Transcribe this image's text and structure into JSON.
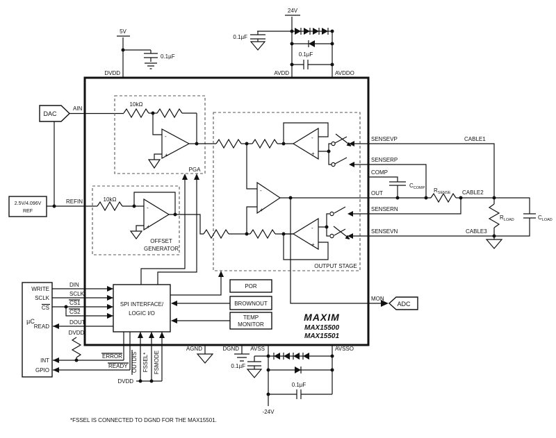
{
  "colors": {
    "ink": "#111111",
    "bg": "#ffffff"
  },
  "top_left": {
    "supply": "5V",
    "cap": "0.1µF",
    "pin": "DVDD"
  },
  "top_right": {
    "supply": "24V",
    "cap_left": "0.1µF",
    "cap_right": "0.1µF",
    "pin_avdd": "AVDD",
    "pin_avddo": "AVDDO"
  },
  "input": {
    "dac": "DAC",
    "ain": "AIN",
    "ref1": "2.5V/4.096V",
    "ref2": "REF",
    "refin": "REFIN"
  },
  "pga": {
    "res": "10kΩ",
    "label": "PGA"
  },
  "offset": {
    "res": "10kΩ",
    "label1": "OFFSET",
    "label2": "GENERATOR"
  },
  "output_stage": {
    "label": "OUTPUT STAGE"
  },
  "opamp": {
    "minus": "-",
    "plus": "+"
  },
  "right_pins": {
    "sensevp": "SENSEVP",
    "senserp": "SENSERP",
    "comp": "COMP",
    "out": "OUT",
    "sensern": "SENSERN",
    "sensevn": "SENSEVN",
    "mon": "MON"
  },
  "external": {
    "cable1": "CABLE1",
    "cable2": "CABLE2",
    "cable3": "CABLE3",
    "ccomp": {
      "main": "C",
      "sub": "COMP"
    },
    "rsense": {
      "main": "R",
      "sub": "SENSE"
    },
    "rload": {
      "main": "R",
      "sub": "LOAD"
    },
    "cload": {
      "main": "C",
      "sub": "LOAD"
    },
    "adc": "ADC"
  },
  "brand": {
    "logo": "MAXIM",
    "part1": "MAX15500",
    "part2": "MAX15501"
  },
  "spi": {
    "line1": "SPI INTERFACE/",
    "line2": "LOGIC I/O"
  },
  "monitors": {
    "por": "POR",
    "brownout": "BROWNOUT",
    "temp1": "TEMP",
    "temp2": "MONITOR"
  },
  "mcu": {
    "label": "µC",
    "write": "WRITE",
    "sclk": "SCLK",
    "cs": "CS",
    "read": "READ",
    "int": "INT",
    "gpio": "GPIO"
  },
  "bus": {
    "din": "DIN",
    "sclk": "SCLK",
    "cs1": "CS1",
    "cs2": "CS2",
    "dout": "DOUT",
    "dvdd": "DVDD",
    "error": "ERROR",
    "ready": "READY"
  },
  "bottom": {
    "outdis": "OUTDIS",
    "fssel": "FSSEL*",
    "fsmode": "FSMODE",
    "dvdd": "DVDD",
    "agnd": "AGND",
    "dgnd": "DGND",
    "avss": "AVSS",
    "avsso": "AVSSO",
    "supply": "-24V",
    "cap_left": "0.1µF",
    "cap_right": "0.1µF"
  },
  "footnote": "*FSSEL IS CONNECTED TO DGND FOR THE MAX15501."
}
